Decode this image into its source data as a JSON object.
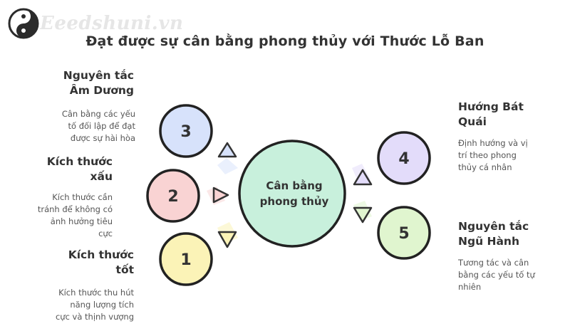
{
  "watermark": {
    "text": "Eeedshuni.vn",
    "icon": "yin-yang-icon"
  },
  "title": "Đạt được sự cân bằng phong thủy với Thước Lỗ Ban",
  "center": {
    "line1": "Cân bằng",
    "line2": "phong thủy"
  },
  "items": [
    {
      "number": "1",
      "title_l1": "Kích thước",
      "title_l2": "tốt",
      "desc_l1": "Kích thước thu hút",
      "desc_l2": "năng lượng tích",
      "desc_l3": "cực và thịnh vượng",
      "color": "#fbf3b7"
    },
    {
      "number": "2",
      "title_l1": "Kích thước",
      "title_l2": "xấu",
      "desc_l1": "Kích thước cần",
      "desc_l2": "tránh để không có",
      "desc_l3": "ảnh hưởng tiêu",
      "desc_l4": "cực",
      "color": "#f9d3d3"
    },
    {
      "number": "3",
      "title_l1": "Nguyên tắc",
      "title_l2": "Âm Dương",
      "desc_l1": "Cân bằng các yếu",
      "desc_l2": "tố đối lập để đạt",
      "desc_l3": "được sự hài hòa",
      "color": "#d7e2fb"
    },
    {
      "number": "4",
      "title_l1": "Hướng Bát",
      "title_l2": "Quái",
      "desc_l1": "Định hướng và vị",
      "desc_l2": "trí theo phong",
      "desc_l3": "thủy cá nhân",
      "color": "#e3dcfa"
    },
    {
      "number": "5",
      "title_l1": "Nguyên tắc",
      "title_l2": "Ngũ Hành",
      "desc_l1": "Tương tác và cân",
      "desc_l2": "bằng các yếu tố tự",
      "desc_l3": "nhiên",
      "color": "#e0f5cf"
    }
  ],
  "center_color": "#c8f0dc"
}
